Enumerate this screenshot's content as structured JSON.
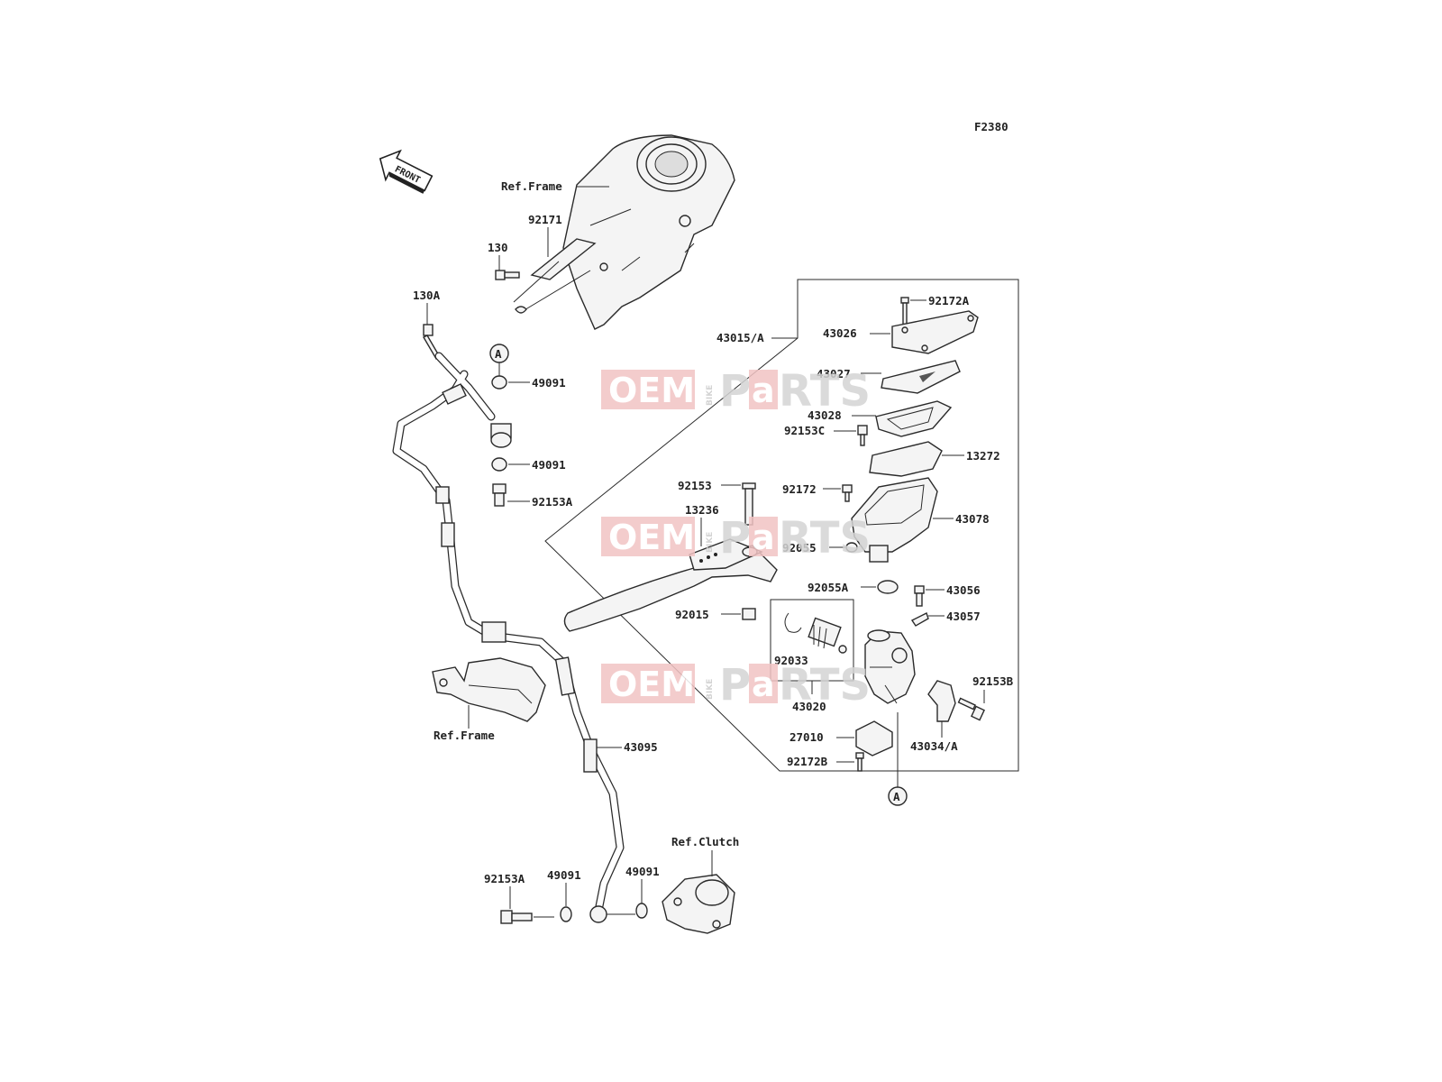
{
  "diagram_code": "F2380",
  "front_arrow": {
    "label": "FRONT",
    "icon": "front-arrow-icon"
  },
  "watermark": {
    "oem": "OEM",
    "bike": "BIKE",
    "p": "P",
    "a": "a",
    "rts": "RTS",
    "color": "#e07a7a"
  },
  "callouts": {
    "a_top": "A",
    "a_bottom": "A"
  },
  "labels": {
    "ref_frame_top": "Ref.Frame",
    "ref_frame_bottom": "Ref.Frame",
    "ref_clutch": "Ref.Clutch",
    "p92171": "92171",
    "p130": "130",
    "p130A": "130A",
    "p49091_a": "49091",
    "p49091_b": "49091",
    "p92153A_top": "92153A",
    "p43015A": "43015/A",
    "p92172A": "92172A",
    "p43026": "43026",
    "p43027": "43027",
    "p43028": "43028",
    "p92153C": "92153C",
    "p13272": "13272",
    "p92153": "92153",
    "p92172": "92172",
    "p13236": "13236",
    "p43078": "43078",
    "p92055": "92055",
    "p92055A": "92055A",
    "p43056": "43056",
    "p43057": "43057",
    "p92015": "92015",
    "p92033": "92033",
    "p43020": "43020",
    "p92153B": "92153B",
    "p27010": "27010",
    "p43034A": "43034/A",
    "p92172B": "92172B",
    "p43095": "43095",
    "p92153A_bottom": "92153A",
    "p49091_c": "49091",
    "p49091_d": "49091"
  }
}
